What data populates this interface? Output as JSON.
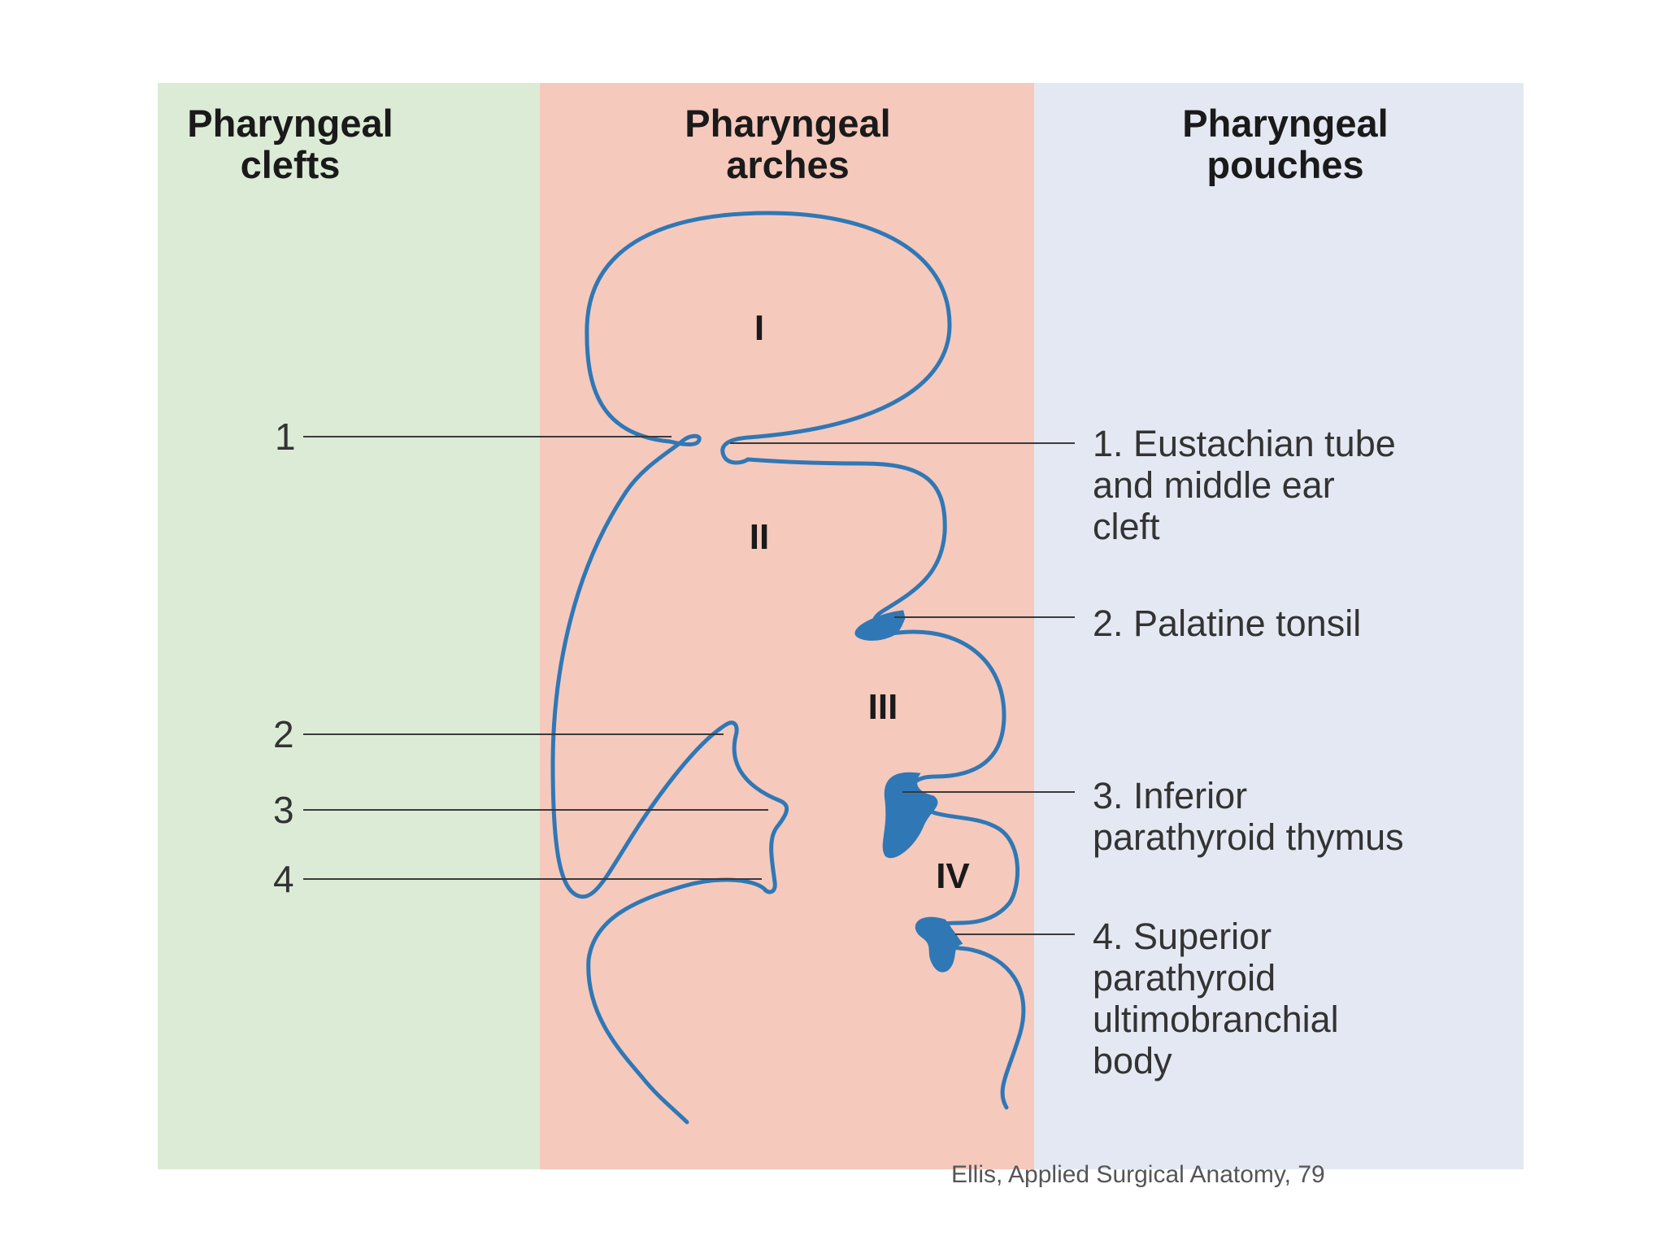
{
  "colors": {
    "clefts_band": "#dcebd6",
    "arches_band": "#f6c9bd",
    "pouches_band": "#e4e8f2",
    "outline": "#2f78b5",
    "leader_line": "#3a3a3a",
    "text": "#1a1a1a"
  },
  "headings": {
    "clefts": [
      "Pharyngeal",
      "clefts"
    ],
    "arches": [
      "Pharyngeal",
      "arches"
    ],
    "pouches": [
      "Pharyngeal",
      "pouches"
    ]
  },
  "arches": [
    "I",
    "II",
    "III",
    "IV"
  ],
  "clefts": [
    "1",
    "2",
    "3",
    "4"
  ],
  "pouches": [
    {
      "lines": [
        "1. Eustachian tube",
        "and middle ear",
        "cleft"
      ]
    },
    {
      "lines": [
        "2. Palatine tonsil"
      ]
    },
    {
      "lines": [
        "3. Inferior",
        "parathyroid thymus"
      ]
    },
    {
      "lines": [
        "4. Superior",
        "parathyroid",
        "ultimobranchial",
        "body"
      ]
    }
  ],
  "credit": "Ellis, Applied Surgical Anatomy, 79"
}
